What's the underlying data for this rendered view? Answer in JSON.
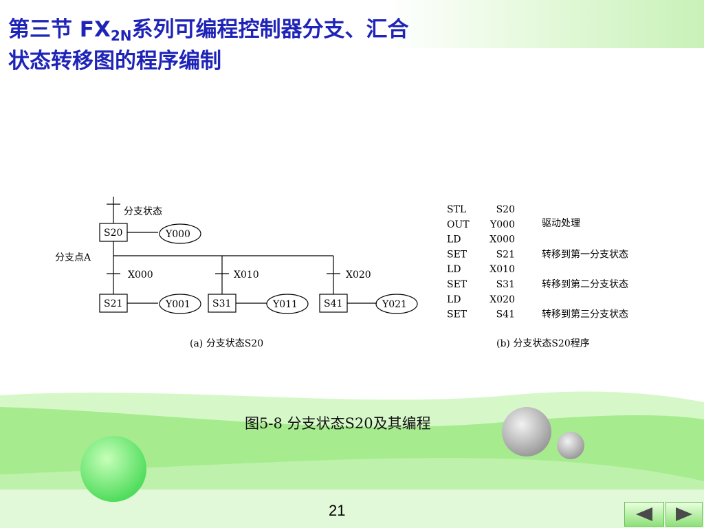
{
  "title": {
    "line1_prefix": "第三节  ",
    "line1_fx": "FX",
    "line1_sub": "2N",
    "line1_suffix": "系列可编程控制器分支、汇合",
    "line2": "状态转移图的程序编制"
  },
  "diagram_a": {
    "state_label": "分支状态",
    "branch_point_label": "分支点A",
    "steps": {
      "s20": "S20",
      "y000": "Y000",
      "x000": "X000",
      "x010": "X010",
      "x020": "X020",
      "s21": "S21",
      "s31": "S31",
      "s41": "S41",
      "y001": "Y001",
      "y011": "Y011",
      "y021": "Y021"
    },
    "caption": "(a)  分支状态S20"
  },
  "program_b": {
    "rows": [
      {
        "op": "STL",
        "arg": "S20",
        "comment": ""
      },
      {
        "op": "OUT",
        "arg": "Y000",
        "comment": "驱动处理"
      },
      {
        "op": "LD",
        "arg": "X000",
        "comment": ""
      },
      {
        "op": "SET",
        "arg": "S21",
        "comment": "转移到第一分支状态"
      },
      {
        "op": "LD",
        "arg": "X010",
        "comment": ""
      },
      {
        "op": "SET",
        "arg": "S31",
        "comment": "转移到第二分支状态"
      },
      {
        "op": "LD",
        "arg": "X020",
        "comment": ""
      },
      {
        "op": "SET",
        "arg": "S41",
        "comment": "转移到第三分支状态"
      }
    ],
    "caption": "(b)  分支状态S20程序"
  },
  "figure_caption": "图5-8 分支状态S20及其编程",
  "page_number": "21",
  "nav": {
    "prev_icon": "triangle-left-icon",
    "next_icon": "triangle-right-icon"
  },
  "colors": {
    "title": "#1f24b8",
    "wave": "#a6ec8f",
    "wave_light": "#d6f8c8",
    "nav_arrow": "#4a4a4a"
  }
}
